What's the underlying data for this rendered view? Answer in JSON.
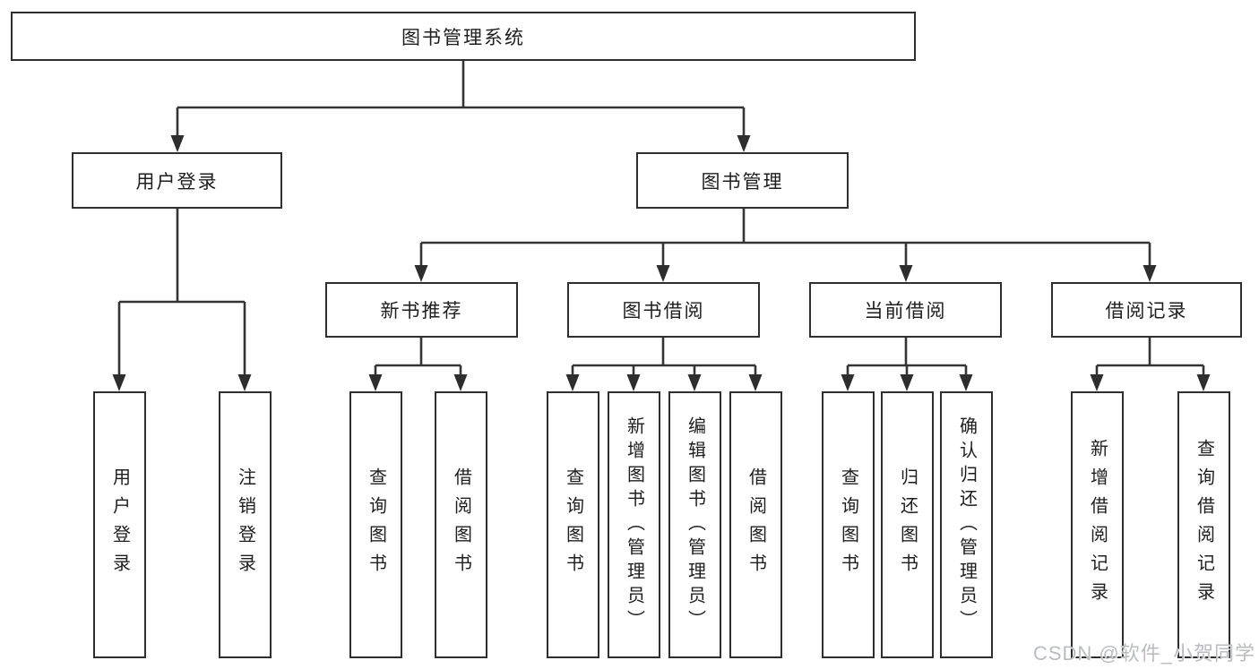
{
  "tree": {
    "root": {
      "label": "图书管理系统"
    },
    "branches": [
      {
        "label": "用户登录",
        "children": [
          {
            "label": "用户登录"
          },
          {
            "label": "注销登录"
          }
        ]
      },
      {
        "label": "图书管理",
        "children": [
          {
            "label": "新书推荐",
            "children": [
              {
                "label": "查询图书"
              },
              {
                "label": "借阅图书"
              }
            ]
          },
          {
            "label": "图书借阅",
            "children": [
              {
                "label": "查询图书"
              },
              {
                "label": "新增图书（管理员）"
              },
              {
                "label": "编辑图书（管理员）"
              },
              {
                "label": "借阅图书"
              }
            ]
          },
          {
            "label": "当前借阅",
            "children": [
              {
                "label": "查询图书"
              },
              {
                "label": "归还图书"
              },
              {
                "label": "确认归还（管理员）"
              }
            ]
          },
          {
            "label": "借阅记录",
            "children": [
              {
                "label": "新增借阅记录"
              },
              {
                "label": "查询借阅记录"
              }
            ]
          }
        ]
      }
    ]
  },
  "watermark": {
    "text": "CSDN @软件_小贺同学"
  },
  "colors": {
    "line": "#343434",
    "box_border": "#2f2f2f",
    "text": "#1e1e1e",
    "background": "#ffffff",
    "watermark": "#b9bcc1"
  }
}
